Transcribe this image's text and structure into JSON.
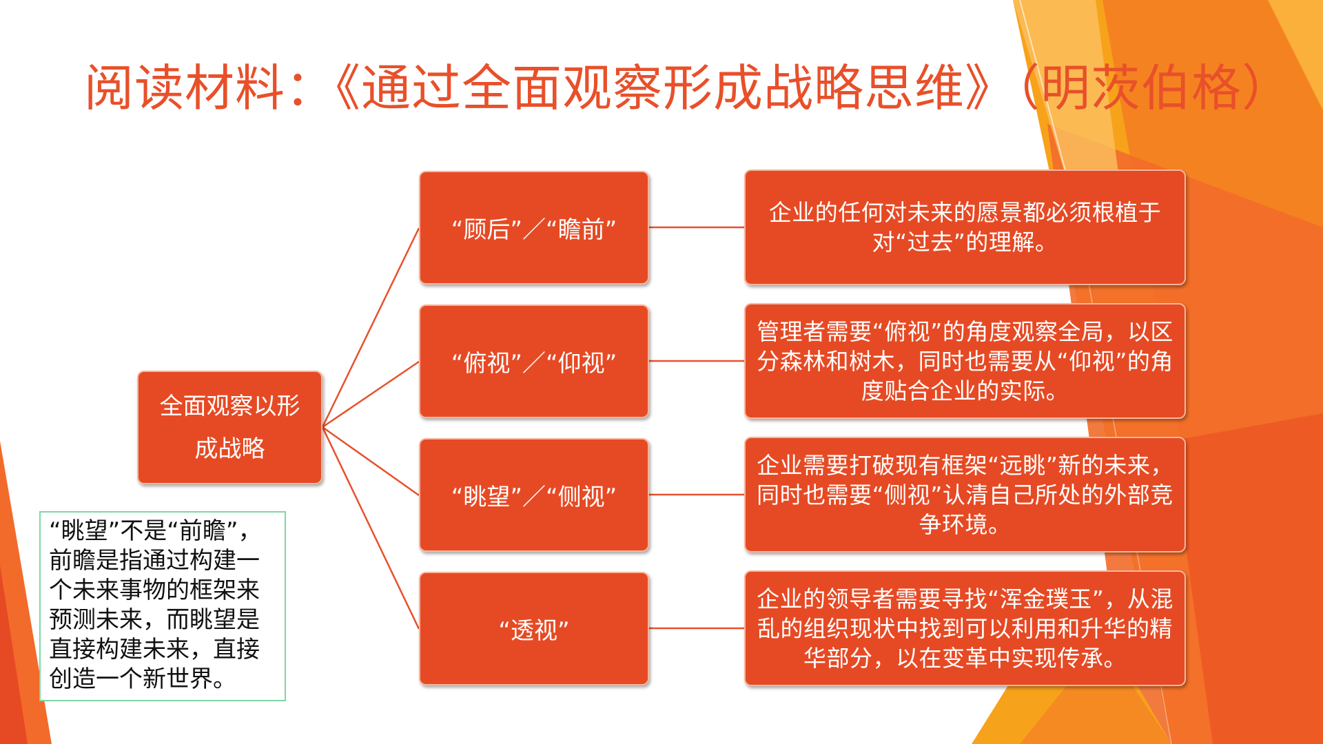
{
  "title": "阅读材料：《通过全面观察形成战略思维》（明茨伯格）",
  "colors": {
    "accent": "#e64a24",
    "title": "#e8502a",
    "connector": "#e8502a",
    "note_border": "#7fd6a4"
  },
  "root": {
    "label": "全面观察以形成战略"
  },
  "branches": [
    {
      "label": "“顾后”／“瞻前”",
      "description": "企业的任何对未来的愿景都必须根植于对“过去”的理解。"
    },
    {
      "label": "“俯视”／“仰视”",
      "description": "管理者需要“俯视”的角度观察全局，以区分森林和树木，同时也需要从“仰视”的角度贴合企业的实际。"
    },
    {
      "label": "“眺望”／“侧视”",
      "description": "企业需要打破现有框架“远眺”新的未来，同时也需要“侧视”认清自己所处的外部竞争环境。"
    },
    {
      "label": "“透视”",
      "description": "企业的领导者需要寻找“浑金璞玉”，从混乱的组织现状中找到可以利用和升华的精华部分，以在变革中实现传承。"
    }
  ],
  "note": {
    "text": "“眺望”不是“前瞻”，前瞻是指通过构建一个未来事物的框架来预测未来，而眺望是直接构建未来，直接创造一个新世界。"
  }
}
